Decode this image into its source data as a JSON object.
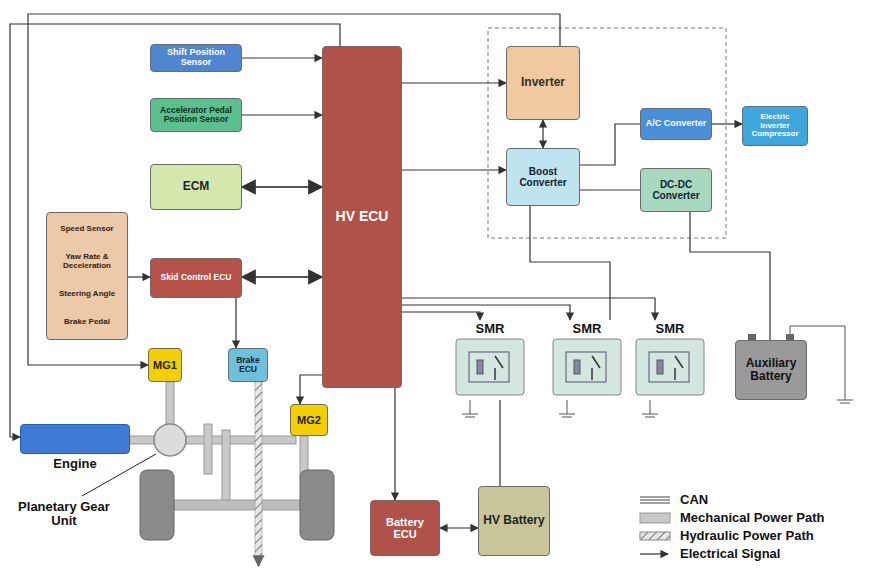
{
  "diagram": {
    "nodes": [
      {
        "text": [
          "Shift Position Sensor"
        ]
      },
      {
        "text": [
          "Accelerator Pedal Position Sensor"
        ]
      },
      {
        "text": [
          "ECM"
        ]
      },
      {
        "text": [
          "HV ECU"
        ]
      },
      {
        "text": [
          "Inverter"
        ]
      },
      {
        "text": [
          "Boost Converter"
        ]
      },
      {
        "text": [
          "A/C Converter"
        ]
      },
      {
        "text": [
          "DC-DC Converter"
        ]
      },
      {
        "text": [
          "Electric Inverter Compressor"
        ]
      },
      {
        "text": [
          "Speed Sensor",
          "Yaw Rate & Deceleration",
          "Steering Angle",
          "Brake Pedal"
        ]
      },
      {
        "text": [
          "Skid Control ECU"
        ]
      },
      {
        "text": [
          "MG1"
        ]
      },
      {
        "text": [
          "Brake ECU"
        ]
      },
      {
        "text": [
          "MG2"
        ]
      },
      {
        "text": [
          "SMR"
        ]
      },
      {
        "text": [
          "SMR"
        ]
      },
      {
        "text": [
          "SMR"
        ]
      },
      {
        "text": [
          "Auxiliary Battery"
        ]
      },
      {
        "text": [
          "Engine"
        ]
      },
      {
        "text": [
          "Battery ECU"
        ]
      },
      {
        "text": [
          "HV Battery"
        ]
      }
    ],
    "edges": [
      {
        "from": 0,
        "to": 3,
        "arrow": "to"
      },
      {
        "from": 1,
        "to": 3,
        "arrow": "to"
      },
      {
        "from": 2,
        "to": 3,
        "arrow": "both"
      },
      {
        "from": 10,
        "to": 3,
        "arrow": "both"
      },
      {
        "from": 9,
        "to": 10,
        "arrow": "to"
      },
      {
        "from": 3,
        "to": 4,
        "arrow": "to"
      },
      {
        "from": 4,
        "to": 5,
        "arrow": "both"
      },
      {
        "from": 3,
        "to": 5,
        "arrow": "to"
      },
      {
        "from": 5,
        "to": 6,
        "arrow": "none"
      },
      {
        "from": 5,
        "to": 7,
        "arrow": "none"
      },
      {
        "from": 6,
        "to": 8,
        "arrow": "to"
      },
      {
        "from": 4,
        "to": 11,
        "arrow": "to"
      },
      {
        "from": 3,
        "to": 18,
        "arrow": "to"
      },
      {
        "from": 3,
        "to": 13,
        "arrow": "to"
      },
      {
        "from": 3,
        "to": 14,
        "arrow": "to"
      },
      {
        "from": 3,
        "to": 15,
        "arrow": "to"
      },
      {
        "from": 3,
        "to": 16,
        "arrow": "to"
      },
      {
        "from": 10,
        "to": 12,
        "arrow": "to"
      },
      {
        "from": 7,
        "to": 17,
        "arrow": "none"
      },
      {
        "from": 3,
        "to": 19,
        "arrow": "to"
      },
      {
        "from": 19,
        "to": 20,
        "arrow": "both"
      },
      {
        "from": 20,
        "to": 14,
        "arrow": "none"
      },
      {
        "from": 5,
        "to": 15,
        "arrow": "none"
      }
    ],
    "labels": [
      "Planetary Gear Unit"
    ],
    "legend": [
      {
        "text": "CAN"
      },
      {
        "text": "Mechanical Power Path"
      },
      {
        "text": "Hydraulic Power Path"
      },
      {
        "text": "Electrical Signal"
      }
    ]
  }
}
